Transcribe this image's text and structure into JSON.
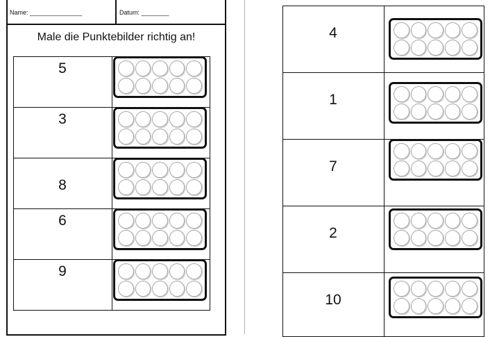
{
  "header": {
    "name_label": "Name: _______________",
    "date_label": "Datum: ________"
  },
  "title": "Male die Punktebilder richtig an!",
  "left_rows": [
    {
      "number": "5",
      "dots": 10
    },
    {
      "number": "3",
      "dots": 10
    },
    {
      "number": "8",
      "dots": 10
    },
    {
      "number": "6",
      "dots": 10
    },
    {
      "number": "9",
      "dots": 10
    }
  ],
  "right_rows": [
    {
      "number": "4",
      "dots": 10
    },
    {
      "number": "1",
      "dots": 10
    },
    {
      "number": "7",
      "dots": 10
    },
    {
      "number": "2",
      "dots": 10
    },
    {
      "number": "10",
      "dots": 10
    }
  ]
}
